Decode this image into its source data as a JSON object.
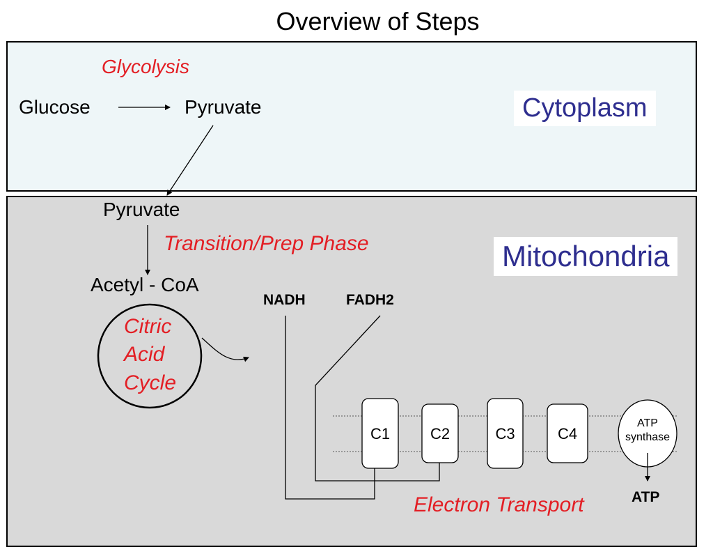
{
  "title": "Overview of Steps",
  "regions": {
    "cytoplasm": "Cytoplasm",
    "mitochondria": "Mitochondria"
  },
  "glycolysis": {
    "label": "Glycolysis",
    "input": "Glucose",
    "output": "Pyruvate"
  },
  "transition": {
    "input": "Pyruvate",
    "label": "Transition/Prep Phase",
    "output": "Acetyl - CoA"
  },
  "citric_acid_cycle": {
    "line1": "Citric",
    "line2": "Acid",
    "line3": "Cycle"
  },
  "electron_carriers": {
    "nadh": "NADH",
    "fadh2": "FADH2"
  },
  "electron_transport": {
    "label": "Electron Transport",
    "complexes": [
      "C1",
      "C2",
      "C3",
      "C4"
    ],
    "atp_synthase_line1": "ATP",
    "atp_synthase_line2": "synthase",
    "product": "ATP"
  },
  "colors": {
    "cytoplasm_bg": "#eef6f8",
    "mitochondria_bg": "#d9d9d9",
    "region_label": "#2e2e8f",
    "step_label": "#e31e24"
  }
}
